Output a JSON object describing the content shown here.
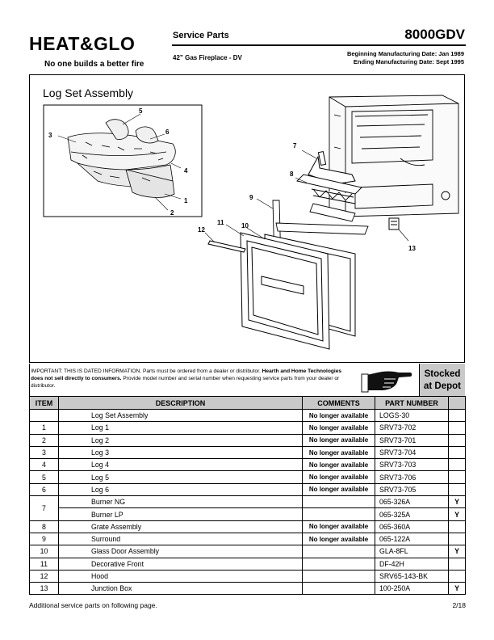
{
  "header": {
    "brand": "HEAT&GLO",
    "tagline": "No one builds a better fire",
    "section": "Service Parts",
    "product": "42” Gas Fireplace - DV",
    "model": "8000GDV",
    "beginning_mfg": "Beginning Manufacturing Date: Jan 1989",
    "ending_mfg": "Ending Manufacturing Date: Sept 1995"
  },
  "diagram": {
    "title": "Log Set Assembly",
    "callouts": [
      "1",
      "2",
      "3",
      "4",
      "5",
      "6",
      "7",
      "8",
      "9",
      "10",
      "11",
      "12",
      "13"
    ]
  },
  "notice": {
    "lead": "IMPORTANT: THIS IS DATED INFORMATION. Parts must be ordered from a dealer or distributor. ",
    "bold": "Hearth and Home Technologies does not sell directly to consumers.",
    "tail": " Provide model number and serial number when requesting service parts from your dealer or distributor."
  },
  "table": {
    "headers": {
      "item": "ITEM",
      "description": "DESCRIPTION",
      "comments": "COMMENTS",
      "part_number": "PART NUMBER",
      "stocked": "Stocked at Depot"
    },
    "rows": [
      {
        "item": "",
        "description": "Log Set Assembly",
        "comments": "No longer available",
        "part": "LOGS-30",
        "stocked": ""
      },
      {
        "item": "1",
        "description": "Log 1",
        "comments": "No longer available",
        "part": "SRV73-702",
        "stocked": ""
      },
      {
        "item": "2",
        "description": "Log 2",
        "comments": "No longer available",
        "part": "SRV73-701",
        "stocked": ""
      },
      {
        "item": "3",
        "description": "Log 3",
        "comments": "No longer available",
        "part": "SRV73-704",
        "stocked": ""
      },
      {
        "item": "4",
        "description": "Log 4",
        "comments": "No longer available",
        "part": "SRV73-703",
        "stocked": ""
      },
      {
        "item": "5",
        "description": "Log 5",
        "comments": "No longer available",
        "part": "SRV73-706",
        "stocked": ""
      },
      {
        "item": "6",
        "description": "Log 6",
        "comments": "No longer available",
        "part": "SRV73-705",
        "stocked": ""
      },
      {
        "item": "7",
        "description": "Burner NG",
        "comments": "",
        "part": "065-326A",
        "stocked": "Y"
      },
      {
        "item": "",
        "description": "Burner LP",
        "comments": "",
        "part": "065-325A",
        "stocked": "Y"
      },
      {
        "item": "8",
        "description": "Grate Assembly",
        "comments": "No longer available",
        "part": "065-360A",
        "stocked": ""
      },
      {
        "item": "9",
        "description": "Surround",
        "comments": "No longer available",
        "part": "065-122A",
        "stocked": ""
      },
      {
        "item": "10",
        "description": "Glass Door Assembly",
        "comments": "",
        "part": "GLA-8FL",
        "stocked": "Y"
      },
      {
        "item": "11",
        "description": "Decorative Front",
        "comments": "",
        "part": "DF-42H",
        "stocked": ""
      },
      {
        "item": "12",
        "description": "Hood",
        "comments": "",
        "part": "SRV65-143-BK",
        "stocked": ""
      },
      {
        "item": "13",
        "description": "Junction Box",
        "comments": "",
        "part": "100-250A",
        "stocked": "Y"
      }
    ]
  },
  "footer": {
    "note": "Additional service parts on following page.",
    "page": "2/18"
  },
  "icons": {
    "pointing_hand": "pointing-hand-icon"
  }
}
